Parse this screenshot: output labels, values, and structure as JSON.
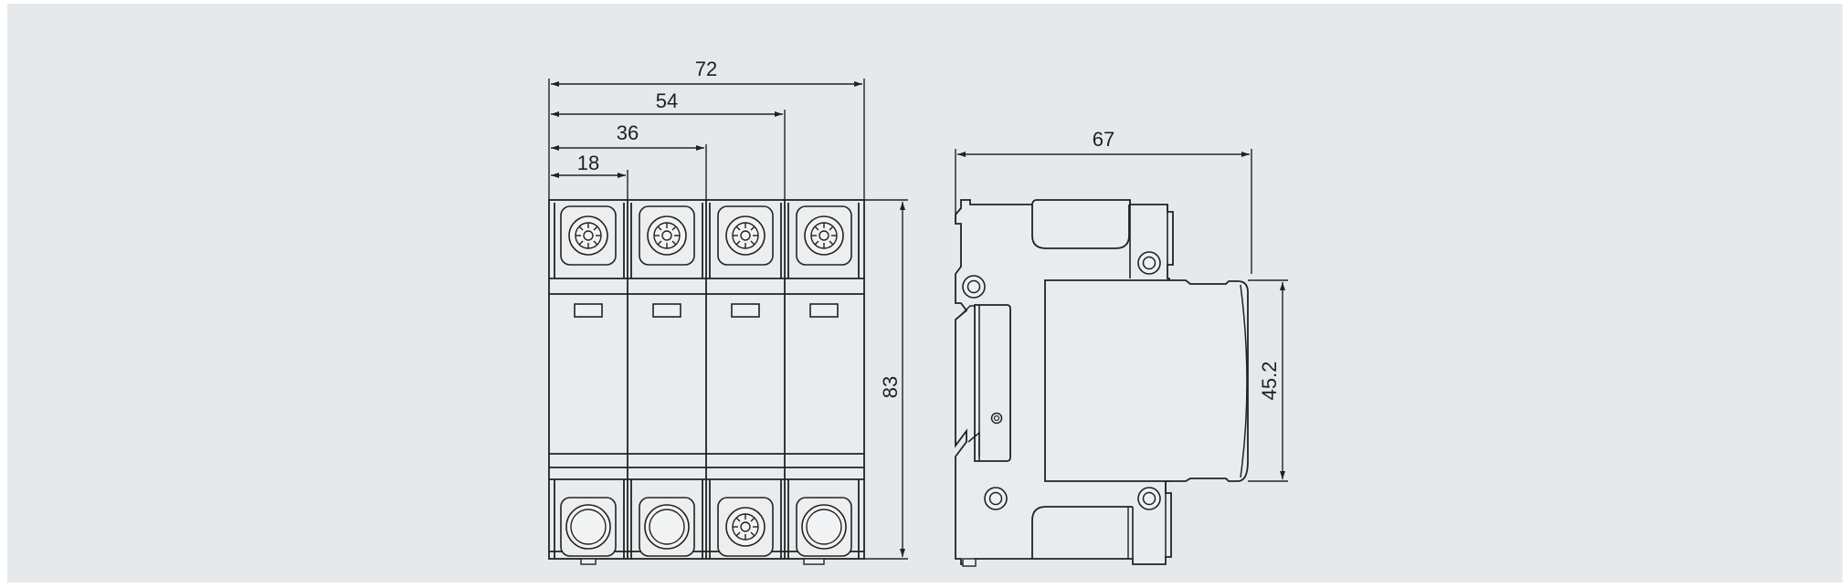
{
  "colors": {
    "background": "#e6e9ec",
    "body_fill": "#e9ecef",
    "line": "#222222"
  },
  "front_view": {
    "dimensions": {
      "width_1_pole": "18",
      "width_2_pole": "36",
      "width_3_pole": "54",
      "width_4_pole": "72",
      "height": "83"
    },
    "poles": 4,
    "top_terminals": [
      "screw-terminal",
      "screw-terminal",
      "screw-terminal",
      "screw-terminal"
    ],
    "bottom_terminals": [
      "round-terminal",
      "round-terminal",
      "screw-terminal",
      "round-terminal"
    ]
  },
  "side_view": {
    "dimensions": {
      "depth": "67",
      "front_height": "45.2"
    }
  }
}
